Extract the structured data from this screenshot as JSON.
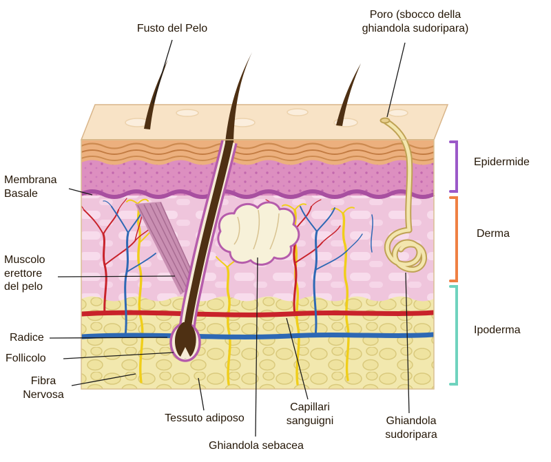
{
  "annotations": {
    "fusto": [
      "Fusto del Pelo"
    ],
    "poro": [
      "Poro (sbocco della",
      "ghiandola sudoripara)"
    ],
    "membrana": [
      "Membrana",
      "Basale"
    ],
    "muscolo": [
      "Muscolo",
      "erettore",
      "del pelo"
    ],
    "radice": [
      "Radice"
    ],
    "follicolo": [
      "Follicolo"
    ],
    "fibra": [
      "Fibra",
      "Nervosa"
    ],
    "tessuto": [
      "Tessuto adiposo"
    ],
    "sebacea": [
      "Ghiandola sebacea"
    ],
    "capillari": [
      "Capillari",
      "sanguigni"
    ],
    "sudoripara": [
      "Ghiandola",
      "sudoripara"
    ]
  },
  "layer_brackets": [
    {
      "label": "Epidermide",
      "color": "#9b59c8"
    },
    {
      "label": "Derma",
      "color": "#ef8043"
    },
    {
      "label": "Ipoderma",
      "color": "#6fd3be"
    }
  ],
  "palette": {
    "vessel_red": "#c8222a",
    "vessel_blue": "#2d68b4",
    "nerve_yellow": "#f0ce1a",
    "membrane_purple": "#a84fa0",
    "hair_brown": "#4e3013"
  }
}
